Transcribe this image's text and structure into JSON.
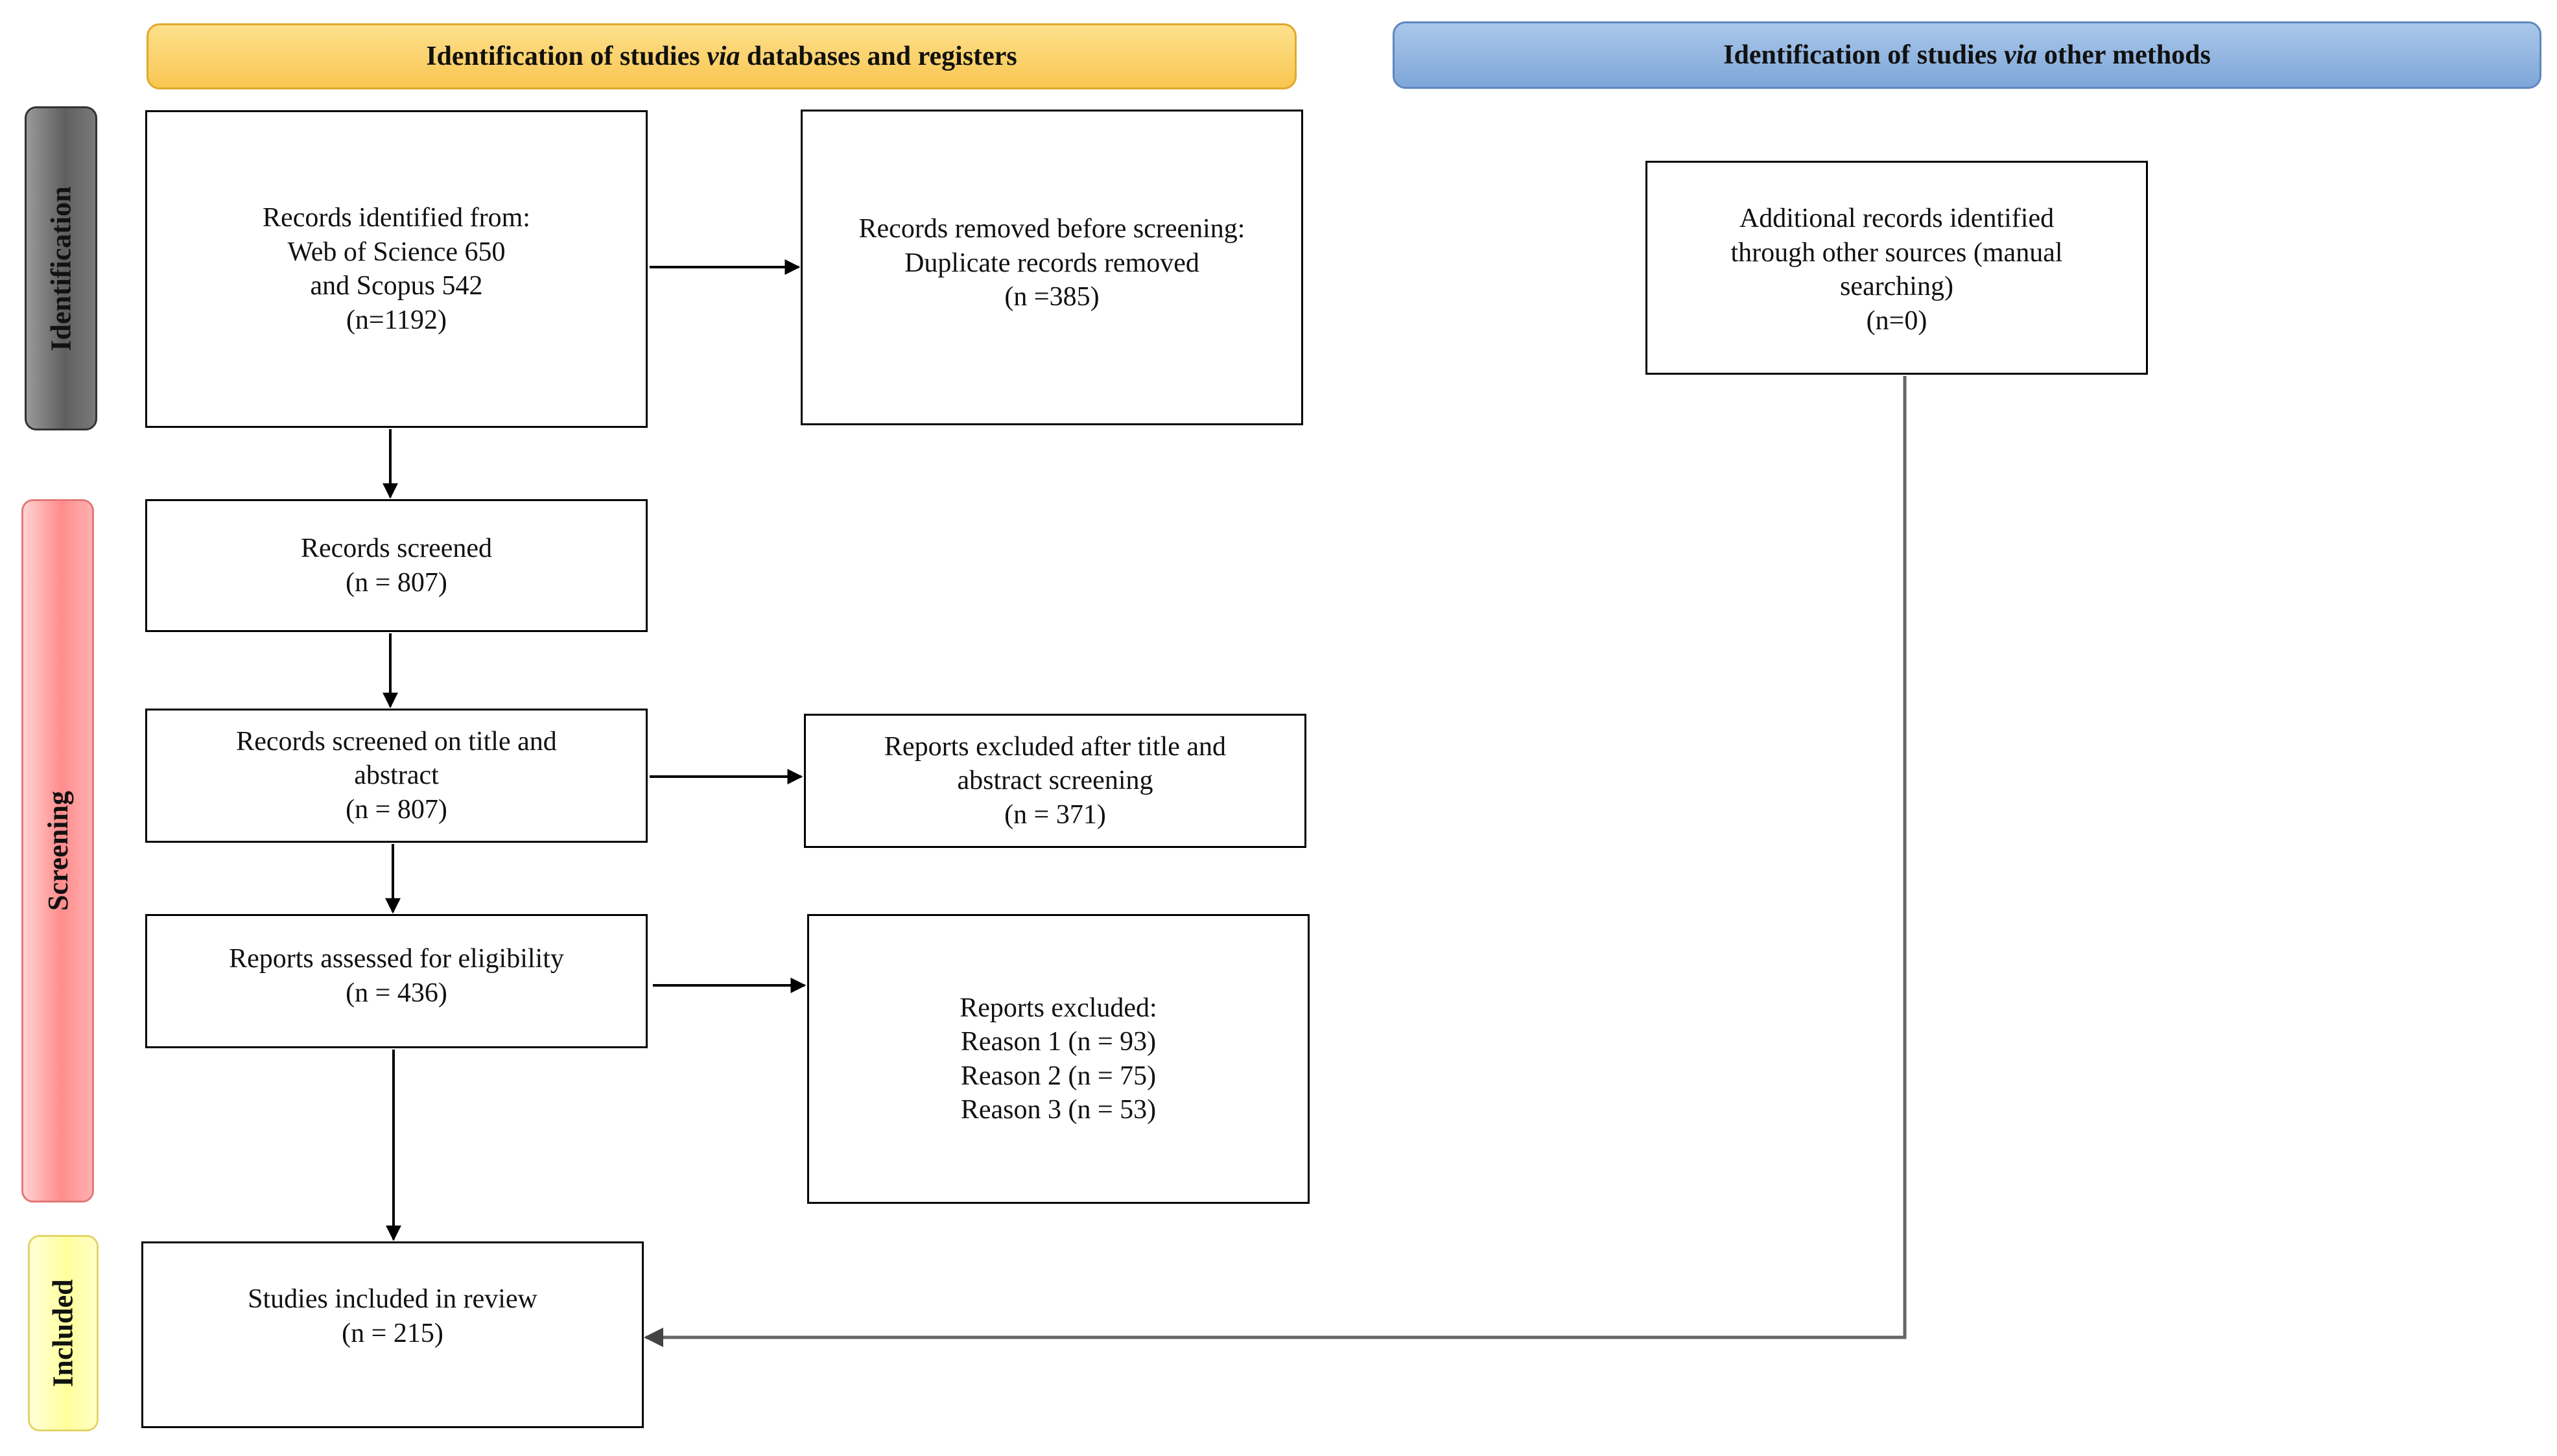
{
  "headers": {
    "databases": {
      "pre": "Identification of studies ",
      "em": "via",
      "post": " databases and registers"
    },
    "other": {
      "pre": "Identification of studies ",
      "em": "via",
      "post": " other methods"
    }
  },
  "stages": {
    "identification": "Identification",
    "screening": "Screening",
    "included": "Included"
  },
  "boxes": {
    "records_identified": {
      "lines": [
        "Records identified from:",
        "Web of Science 650",
        "and Scopus 542",
        "(n=1192)"
      ]
    },
    "records_removed": {
      "lines": [
        "Records removed before screening:",
        "Duplicate records removed",
        "(n =385)"
      ]
    },
    "additional_records": {
      "lines": [
        "Additional records identified",
        "through other sources (manual",
        "searching)",
        "(n=0)"
      ]
    },
    "records_screened": {
      "lines": [
        "Records screened",
        "(n = 807)"
      ]
    },
    "screened_title_abstract": {
      "lines": [
        "Records screened on title and",
        "abstract",
        "(n = 807)"
      ]
    },
    "excluded_title_abstract": {
      "lines": [
        "Reports excluded after title and",
        "abstract screening",
        "(n = 371)"
      ]
    },
    "assessed_eligibility": {
      "lines": [
        "Reports assessed for eligibility",
        "(n = 436)"
      ]
    },
    "reports_excluded": {
      "lines": [
        "Reports excluded:",
        "Reason 1 (n = 93)",
        "Reason 2 (n = 75)",
        "Reason 3 (n = 53)"
      ]
    },
    "studies_included": {
      "lines": [
        "Studies included in review",
        "(n = 215)"
      ]
    }
  },
  "colors": {
    "header_databases": "#f9c651",
    "header_other": "#7ea6d8",
    "stage_identification": "#6e6e6e",
    "stage_screening": "#ff8c8c",
    "stage_included": "#ffff9c",
    "connector_other": "#666666"
  }
}
